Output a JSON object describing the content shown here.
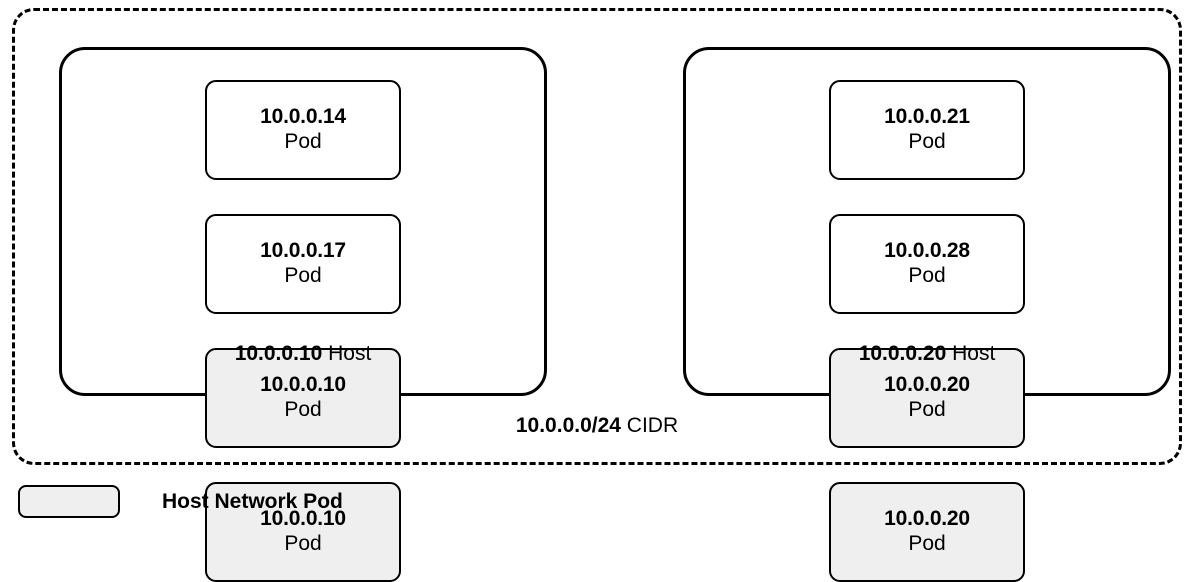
{
  "diagram": {
    "cidr_region": {
      "label_ip": "10.0.0.0/24",
      "label_kind": "CIDR",
      "border_style": "dashed",
      "border_color": "#000000"
    },
    "hosts": [
      {
        "label_ip": "10.0.0.10",
        "label_kind": "Host",
        "pods": [
          {
            "ip": "10.0.0.14",
            "role": "Pod",
            "host_network": false
          },
          {
            "ip": "10.0.0.17",
            "role": "Pod",
            "host_network": false
          },
          {
            "ip": "10.0.0.10",
            "role": "Pod",
            "host_network": true
          },
          {
            "ip": "10.0.0.10",
            "role": "Pod",
            "host_network": true
          }
        ]
      },
      {
        "label_ip": "10.0.0.20",
        "label_kind": "Host",
        "pods": [
          {
            "ip": "10.0.0.21",
            "role": "Pod",
            "host_network": false
          },
          {
            "ip": "10.0.0.28",
            "role": "Pod",
            "host_network": false
          },
          {
            "ip": "10.0.0.20",
            "role": "Pod",
            "host_network": true
          },
          {
            "ip": "10.0.0.20",
            "role": "Pod",
            "host_network": true
          }
        ]
      }
    ],
    "legend": {
      "items": [
        {
          "label": "Host Network Pod",
          "swatch_color": "#efefef"
        }
      ]
    },
    "colors": {
      "host_network_fill": "#efefef",
      "pod_fill": "#ffffff",
      "stroke": "#000000",
      "background": "#ffffff"
    }
  }
}
